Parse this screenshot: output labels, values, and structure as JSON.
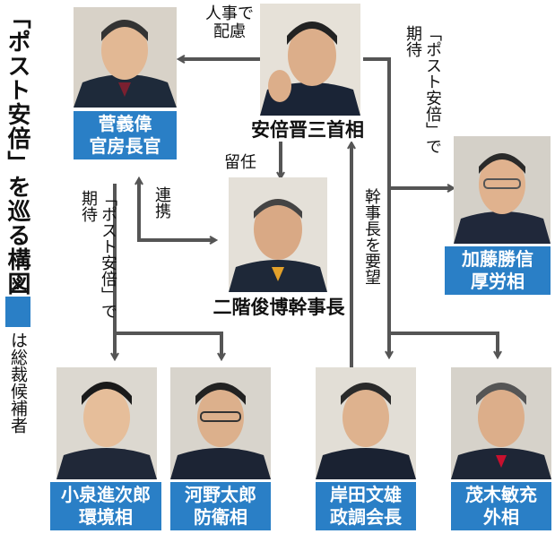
{
  "title": "「ポスト安倍」を巡る構図",
  "legend": {
    "mark": "※",
    "text": "は総裁候補者",
    "box_color": "#2a7fc6"
  },
  "people": {
    "abe": {
      "name": "安倍晋三首相"
    },
    "suga": {
      "name1": "菅義偉",
      "name2": "官房長官"
    },
    "nikai": {
      "name": "二階俊博幹事長"
    },
    "kato": {
      "name1": "加藤勝信",
      "name2": "厚労相"
    },
    "koizumi": {
      "name1": "小泉進次郎",
      "name2": "環境相"
    },
    "kono": {
      "name1": "河野太郎",
      "name2": "防衛相"
    },
    "kishida": {
      "name1": "岸田文雄",
      "name2": "政調会長"
    },
    "motegi": {
      "name1": "茂木敏充",
      "name2": "外相"
    }
  },
  "relations": {
    "abe_to_suga_l1": "人事で",
    "abe_to_suga_l2": "配慮",
    "abe_to_nikai": "留任",
    "suga_nikai": "連携",
    "abe_to_kato": "「ポスト安倍」で期待",
    "suga_to_younger": "「ポスト安倍」で期待",
    "kishida_to_abe": "幹事長を要望"
  },
  "colors": {
    "accent": "#2a7fc6",
    "arrow": "#555555"
  }
}
